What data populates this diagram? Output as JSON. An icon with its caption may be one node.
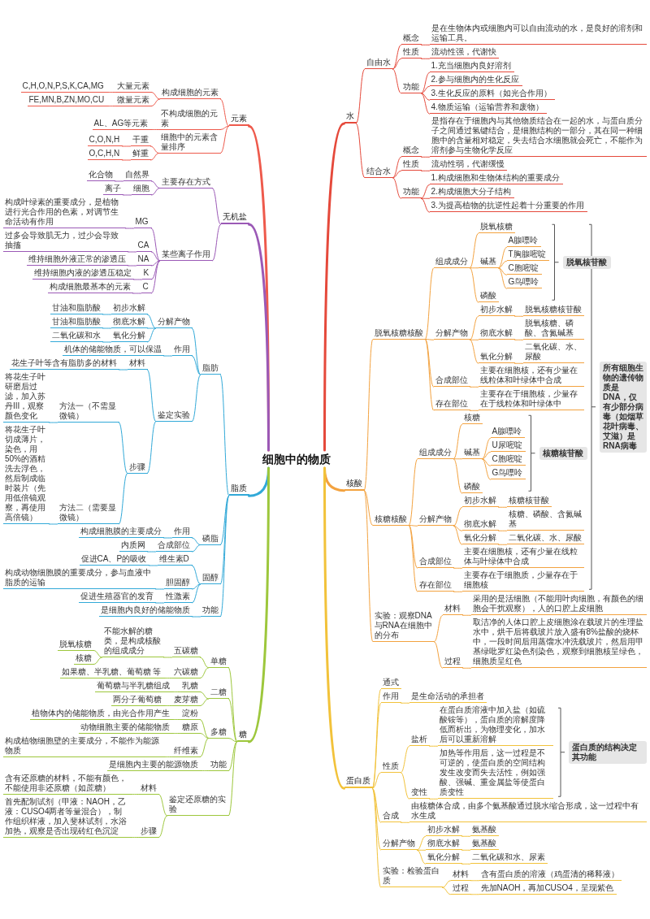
{
  "diagram": {
    "nodes": [
      {
        "text": [
          "细胞中的物质"
        ]
      },
      {
        "text": [
          "元素"
        ]
      },
      {
        "text": [
          "构成细胞的元素"
        ]
      },
      {
        "text": [
          "大量元素"
        ]
      },
      {
        "text": [
          "C,H,O,N,P,S,K,CA,MG"
        ]
      },
      {
        "text": [
          "微量元素"
        ]
      },
      {
        "text": [
          "FE,MN,B,ZN,MO,CU"
        ]
      },
      {
        "text": [
          "不构成细胞的元素"
        ]
      },
      {
        "text": [
          "AL、AG等元素"
        ]
      },
      {
        "text": [
          "细胞中的元素含量排序"
        ]
      },
      {
        "text": [
          "干重"
        ]
      },
      {
        "text": [
          "C,O,N,H"
        ]
      },
      {
        "text": [
          "鲜重"
        ]
      },
      {
        "text": [
          "O,C,H,N"
        ]
      },
      {
        "text": [
          "无机盐"
        ]
      },
      {
        "text": [
          "主要存在方式"
        ]
      },
      {
        "text": [
          "自然界"
        ]
      },
      {
        "text": [
          "化合物"
        ]
      },
      {
        "text": [
          "细胞"
        ]
      },
      {
        "text": [
          "离子"
        ]
      },
      {
        "text": [
          "某些离子作用"
        ]
      },
      {
        "text": [
          "MG"
        ]
      },
      {
        "text": [
          "构成叶绿素的重要成分，是植物进行光合作用的色素，对调节生命活动有作用"
        ]
      },
      {
        "text": [
          "CA"
        ]
      },
      {
        "text": [
          "过多会导致肌无力，过少会导致抽搐"
        ]
      },
      {
        "text": [
          "NA"
        ]
      },
      {
        "text": [
          "维持细胞外液正常的渗透压"
        ]
      },
      {
        "text": [
          "K"
        ]
      },
      {
        "text": [
          "维持细胞内液的渗透压稳定"
        ]
      },
      {
        "text": [
          "C"
        ]
      },
      {
        "text": [
          "构成细胞最基本的元素"
        ]
      },
      {
        "text": [
          "脂质"
        ]
      },
      {
        "text": [
          "脂肪"
        ]
      },
      {
        "text": [
          "分解产物"
        ]
      },
      {
        "text": [
          "初步水解"
        ]
      },
      {
        "text": [
          "甘油和脂肪酸"
        ]
      },
      {
        "text": [
          "彻底水解"
        ]
      },
      {
        "text": [
          "甘油和脂肪酸"
        ]
      },
      {
        "text": [
          "氧化分解"
        ]
      },
      {
        "text": [
          "二氧化碳和水"
        ]
      },
      {
        "text": [
          "作用"
        ]
      },
      {
        "text": [
          "机体的储能物质，可以保温"
        ]
      },
      {
        "text": [
          "鉴定实验"
        ]
      },
      {
        "text": [
          "材料"
        ]
      },
      {
        "text": [
          "花生子叶等含有脂肪多的材料"
        ]
      },
      {
        "text": [
          "步骤"
        ]
      },
      {
        "text": [
          "方法一（不需显微镜）"
        ]
      },
      {
        "text": [
          "将花生子叶研磨后过滤，加入苏丹III，观察颜色变化"
        ]
      },
      {
        "text": [
          "方法二（需要显微镜）"
        ]
      },
      {
        "text": [
          "将花生子叶切成薄片，染色，用50%的酒精洗去浮色，然后制成临时装片（先用低倍镜观察，再使用高倍镜）"
        ]
      },
      {
        "text": [
          "磷脂"
        ]
      },
      {
        "text": [
          "作用"
        ]
      },
      {
        "text": [
          "构成细胞膜的主要成分"
        ]
      },
      {
        "text": [
          "合成部位"
        ]
      },
      {
        "text": [
          "内质网"
        ]
      },
      {
        "text": [
          "固醇"
        ]
      },
      {
        "text": [
          "维生素D"
        ]
      },
      {
        "text": [
          "促进CA、P的吸收"
        ]
      },
      {
        "text": [
          "胆固醇"
        ]
      },
      {
        "text": [
          "构成动物细胞膜的重要成分，参与血液中脂质的运输"
        ]
      },
      {
        "text": [
          "性激素"
        ]
      },
      {
        "text": [
          "促进生殖器官的发育"
        ]
      },
      {
        "text": [
          "功能"
        ]
      },
      {
        "text": [
          "是细胞内良好的储能物质"
        ]
      },
      {
        "text": [
          "糖"
        ]
      },
      {
        "text": [
          "单糖"
        ]
      },
      {
        "text": [
          "五碳糖"
        ]
      },
      {
        "text": [
          "不能水解的糖类，是构成核酸的组成成分"
        ]
      },
      {
        "text": [
          "脱氧核糖"
        ]
      },
      {
        "text": [
          "核糖"
        ]
      },
      {
        "text": [
          "六碳糖"
        ]
      },
      {
        "text": [
          "如果糖、半乳糖、葡萄糖 等"
        ]
      },
      {
        "text": [
          "二糖"
        ]
      },
      {
        "text": [
          "乳糖"
        ]
      },
      {
        "text": [
          "葡萄糖与半乳糖组成"
        ]
      },
      {
        "text": [
          "麦芽糖"
        ]
      },
      {
        "text": [
          "两分子葡萄糖"
        ]
      },
      {
        "text": [
          "多糖"
        ]
      },
      {
        "text": [
          "淀粉"
        ]
      },
      {
        "text": [
          "植物体内的储能物质，由光合作用产生"
        ]
      },
      {
        "text": [
          "糖原"
        ]
      },
      {
        "text": [
          "动物细胞主要的储能物质"
        ]
      },
      {
        "text": [
          "纤维素"
        ]
      },
      {
        "text": [
          "构成植物细胞壁的主要成分，不能作为能源物质"
        ]
      },
      {
        "text": [
          "功能"
        ]
      },
      {
        "text": [
          "是细胞内主要的能源物质"
        ]
      },
      {
        "text": [
          "鉴定还原糖的实验"
        ]
      },
      {
        "text": [
          "材料"
        ]
      },
      {
        "text": [
          "含有还原糖的材料，不能有颜色，不能使用非还原糖（如蔗糖）"
        ]
      },
      {
        "text": [
          "步骤"
        ]
      },
      {
        "text": [
          "首先配制试剂（甲液：NAOH，乙液：CUSO4两者等量混合），制作组织样液，加入斐林试剂，水浴加热，观察是否出现砖红色沉淀"
        ]
      },
      {
        "text": [
          "水"
        ]
      },
      {
        "text": [
          "自由水"
        ]
      },
      {
        "text": [
          "概念"
        ]
      },
      {
        "text": [
          "是在生物体内或细胞内可以自由流动的水，是良好的溶剂和运输工具。"
        ]
      },
      {
        "text": [
          "性质"
        ]
      },
      {
        "text": [
          "流动性强，代谢快"
        ]
      },
      {
        "text": [
          "功能"
        ]
      },
      {
        "text": [
          "1.充当细胞内良好溶剂"
        ]
      },
      {
        "text": [
          "2.参与细胞内的生化反应"
        ]
      },
      {
        "text": [
          "3.生化反应的原料（如光合作用）"
        ]
      },
      {
        "text": [
          "4.物质运输（运输营养和废物）"
        ]
      },
      {
        "text": [
          "结合水"
        ]
      },
      {
        "text": [
          "概念"
        ]
      },
      {
        "text": [
          "是指存在于细胞内与其他物质结合在一起的水，与蛋白质分子之间通过氢键结合，是细胞结构的一部分，其在同一种细胞中的含量相对稳定，失去结合水细胞就会死亡，不能作为溶剂参与生物化学反应"
        ]
      },
      {
        "text": [
          "性质"
        ]
      },
      {
        "text": [
          "流动性弱，代谢缓慢"
        ]
      },
      {
        "text": [
          "功能"
        ]
      },
      {
        "text": [
          "1.构成细胞和生物体结构的重要成分"
        ]
      },
      {
        "text": [
          "2.构成细胞大分子结构"
        ]
      },
      {
        "text": [
          "3.为提高植物的抗逆性起着十分重要的作用"
        ]
      },
      {
        "text": [
          "核酸"
        ]
      },
      {
        "text": [
          "脱氧核糖核酸"
        ]
      },
      {
        "text": [
          "组成成分"
        ]
      },
      {
        "text": [
          "脱氧核糖"
        ]
      },
      {
        "text": [
          "碱基"
        ]
      },
      {
        "text": [
          "A腺嘌呤"
        ]
      },
      {
        "text": [
          "T胸腺嘧啶"
        ]
      },
      {
        "text": [
          "C胞嘧啶"
        ]
      },
      {
        "text": [
          "G鸟嘌呤"
        ]
      },
      {
        "text": [
          "磷酸"
        ]
      },
      {
        "text": [
          "脱氧核苷酸"
        ]
      },
      {
        "text": [
          "分解产物"
        ]
      },
      {
        "text": [
          "初步水解"
        ]
      },
      {
        "text": [
          "脱氧核糖核苷酸"
        ]
      },
      {
        "text": [
          "彻底水解"
        ]
      },
      {
        "text": [
          "脱氧核糖、磷酸、含氮碱基"
        ]
      },
      {
        "text": [
          "氧化分解"
        ]
      },
      {
        "text": [
          "二氧化碳、水、尿酸"
        ]
      },
      {
        "text": [
          "合成部位"
        ]
      },
      {
        "text": [
          "主要在细胞核，还有少量在线粒体和叶绿体中合成"
        ]
      },
      {
        "text": [
          "存在部位"
        ]
      },
      {
        "text": [
          "主要存在于细胞核，少量存在于线粒体和叶绿体中"
        ]
      },
      {
        "text": [
          "核糖核酸"
        ]
      },
      {
        "text": [
          "组成成分"
        ]
      },
      {
        "text": [
          "核糖"
        ]
      },
      {
        "text": [
          "碱基"
        ]
      },
      {
        "text": [
          "A腺嘌呤"
        ]
      },
      {
        "text": [
          "U尿嘧啶"
        ]
      },
      {
        "text": [
          "C胞嘧啶"
        ]
      },
      {
        "text": [
          "G鸟嘌呤"
        ]
      },
      {
        "text": [
          "磷酸"
        ]
      },
      {
        "text": [
          "核糖核苷酸"
        ]
      },
      {
        "text": [
          "分解产物"
        ]
      },
      {
        "text": [
          "初步水解"
        ]
      },
      {
        "text": [
          "核糖核苷酸"
        ]
      },
      {
        "text": [
          "彻底水解"
        ]
      },
      {
        "text": [
          "核糖、磷酸、含氮碱基"
        ]
      },
      {
        "text": [
          "氧化分解"
        ]
      },
      {
        "text": [
          "二氧化碳、水、尿酸"
        ]
      },
      {
        "text": [
          "合成部位"
        ]
      },
      {
        "text": [
          "主要在细胞核，还有少量在线粒体与叶绿体中合成"
        ]
      },
      {
        "text": [
          "存在部位"
        ]
      },
      {
        "text": [
          "主要存在于细胞质，少量存在于细胞核"
        ]
      },
      {
        "text": [
          "所有细胞生物的遗传物质是DNA，仅有少部分病毒（如烟草花叶病毒、艾滋）是RNA病毒"
        ]
      },
      {
        "text": [
          "实验：观察DNA与RNA在细胞中的分布"
        ]
      },
      {
        "text": [
          "材料"
        ]
      },
      {
        "text": [
          "采用的是活细胞（不能用叶肉细胞，有颜色的细胞会干扰观察），人的口腔上皮细胞"
        ]
      },
      {
        "text": [
          "过程"
        ]
      },
      {
        "text": [
          "取洁净的人体口腔上皮细胞涂在载玻片的生理盐水中，烘干后将载玻片放入盛有8%盐酸的烧杯中，一段时间后用蒸馏水冲洗载玻片，然后用甲基绿吡罗红染色剂染色，观察到细胞核呈绿色，细胞质呈红色"
        ]
      },
      {
        "text": [
          "蛋白质"
        ]
      },
      {
        "text": [
          "通式"
        ]
      },
      {
        "text": [
          "作用"
        ]
      },
      {
        "text": [
          "是生命活动的承担者"
        ]
      },
      {
        "text": [
          "性质"
        ]
      },
      {
        "text": [
          "盐析"
        ]
      },
      {
        "text": [
          "在蛋白质溶液中加入盐（如硫酸铵等），蛋白质的溶解度降低而析出，为物理变化，加水后可以重新溶解"
        ]
      },
      {
        "text": [
          "变性"
        ]
      },
      {
        "text": [
          "加热等作用后，这一过程是不可逆的，使蛋白质的空间结构发生改变而失去活性，例如强酸、强碱、重金属盐等使蛋白质变性"
        ]
      },
      {
        "text": [
          "蛋白质的结构决定其功能"
        ]
      },
      {
        "text": [
          "合成"
        ]
      },
      {
        "text": [
          "由核糖体合成，由多个氨基酸通过脱水缩合形成，这一过程中有水生成"
        ]
      },
      {
        "text": [
          "分解产物"
        ]
      },
      {
        "text": [
          "初步水解"
        ]
      },
      {
        "text": [
          "氨基酸"
        ]
      },
      {
        "text": [
          "彻底水解"
        ]
      },
      {
        "text": [
          "氨基酸"
        ]
      },
      {
        "text": [
          "氧化分解"
        ]
      },
      {
        "text": [
          "二氧化碳和水、尿素"
        ]
      },
      {
        "text": [
          "实验：检验蛋白质"
        ]
      },
      {
        "text": [
          "材料"
        ]
      },
      {
        "text": [
          "含有蛋白质的溶液（鸡蛋清的稀释液）"
        ]
      },
      {
        "text": [
          "过程"
        ]
      },
      {
        "text": [
          "先加NAOH，再加CUSO4，呈现紫色"
        ]
      }
    ],
    "edges": [
      {
        "from": 0,
        "to": 1,
        "arrow": "none",
        "style": "thick",
        "color": "#ee5a4c"
      },
      {
        "from": 1,
        "to": 2,
        "arrow": "none",
        "color": "#ee5a4c"
      },
      {
        "from": 2,
        "to": 3,
        "arrow": "none",
        "color": "#ee5a4c"
      },
      {
        "from": 3,
        "to": 4,
        "arrow": "none",
        "color": "#ee5a4c"
      },
      {
        "from": 2,
        "to": 5,
        "arrow": "none",
        "color": "#ee5a4c"
      },
      {
        "from": 5,
        "to": 6,
        "arrow": "none",
        "color": "#ee5a4c"
      },
      {
        "from": 1,
        "to": 7,
        "arrow": "none",
        "color": "#ee5a4c"
      },
      {
        "from": 7,
        "to": 8,
        "arrow": "none",
        "color": "#ee5a4c"
      },
      {
        "from": 1,
        "to": 9,
        "arrow": "none",
        "color": "#ee5a4c"
      },
      {
        "from": 9,
        "to": 10,
        "arrow": "none",
        "color": "#ee5a4c"
      },
      {
        "from": 10,
        "to": 11,
        "arrow": "none",
        "color": "#ee5a4c"
      },
      {
        "from": 9,
        "to": 12,
        "arrow": "none",
        "color": "#ee5a4c"
      },
      {
        "from": 12,
        "to": 13,
        "arrow": "none",
        "color": "#ee5a4c"
      },
      {
        "from": 0,
        "to": 14,
        "arrow": "none",
        "style": "thick",
        "color": "#9b59b6"
      },
      {
        "from": 14,
        "to": 15,
        "arrow": "none",
        "color": "#9b59b6"
      },
      {
        "from": 15,
        "to": 16,
        "arrow": "none",
        "color": "#9b59b6"
      },
      {
        "from": 16,
        "to": 17,
        "arrow": "none",
        "color": "#9b59b6"
      },
      {
        "from": 15,
        "to": 18,
        "arrow": "none",
        "color": "#9b59b6"
      },
      {
        "from": 18,
        "to": 19,
        "arrow": "none",
        "color": "#9b59b6"
      },
      {
        "from": 14,
        "to": 20,
        "arrow": "none",
        "color": "#9b59b6"
      },
      {
        "from": 20,
        "to": 21,
        "arrow": "none",
        "color": "#9b59b6"
      },
      {
        "from": 21,
        "to": 22,
        "arrow": "none",
        "color": "#9b59b6"
      },
      {
        "from": 20,
        "to": 23,
        "arrow": "none",
        "color": "#9b59b6"
      },
      {
        "from": 23,
        "to": 24,
        "arrow": "none",
        "color": "#9b59b6"
      },
      {
        "from": 20,
        "to": 25,
        "arrow": "none",
        "color": "#9b59b6"
      },
      {
        "from": 25,
        "to": 26,
        "arrow": "none",
        "color": "#9b59b6"
      },
      {
        "from": 20,
        "to": 27,
        "arrow": "none",
        "color": "#9b59b6"
      },
      {
        "from": 27,
        "to": 28,
        "arrow": "none",
        "color": "#9b59b6"
      },
      {
        "from": 20,
        "to": 29,
        "arrow": "none",
        "color": "#9b59b6"
      },
      {
        "from": 29,
        "to": 30,
        "arrow": "none",
        "color": "#9b59b6"
      },
      {
        "from": 0,
        "to": 31,
        "arrow": "none",
        "style": "thick",
        "color": "#32a9d8"
      },
      {
        "from": 31,
        "to": 32,
        "arrow": "none",
        "color": "#32a9d8"
      },
      {
        "from": 32,
        "to": 33,
        "arrow": "none",
        "color": "#32a9d8"
      },
      {
        "from": 33,
        "to": 34,
        "arrow": "none",
        "color": "#32a9d8"
      },
      {
        "from": 34,
        "to": 35,
        "arrow": "none",
        "color": "#32a9d8"
      },
      {
        "from": 33,
        "to": 36,
        "arrow": "none",
        "color": "#32a9d8"
      },
      {
        "from": 36,
        "to": 37,
        "arrow": "none",
        "color": "#32a9d8"
      },
      {
        "from": 33,
        "to": 38,
        "arrow": "none",
        "color": "#32a9d8"
      },
      {
        "from": 38,
        "to": 39,
        "arrow": "none",
        "color": "#32a9d8"
      },
      {
        "from": 32,
        "to": 40,
        "arrow": "none",
        "color": "#32a9d8"
      },
      {
        "from": 40,
        "to": 41,
        "arrow": "none",
        "color": "#32a9d8"
      },
      {
        "from": 32,
        "to": 42,
        "arrow": "none",
        "color": "#32a9d8"
      },
      {
        "from": 42,
        "to": 43,
        "arrow": "none",
        "color": "#32a9d8"
      },
      {
        "from": 43,
        "to": 44,
        "arrow": "none",
        "color": "#32a9d8"
      },
      {
        "from": 42,
        "to": 45,
        "arrow": "none",
        "color": "#32a9d8"
      },
      {
        "from": 45,
        "to": 46,
        "arrow": "none",
        "color": "#32a9d8"
      },
      {
        "from": 46,
        "to": 47,
        "arrow": "none",
        "color": "#32a9d8"
      },
      {
        "from": 45,
        "to": 48,
        "arrow": "none",
        "color": "#32a9d8"
      },
      {
        "from": 48,
        "to": 49,
        "arrow": "none",
        "color": "#32a9d8"
      },
      {
        "from": 31,
        "to": 50,
        "arrow": "none",
        "color": "#32a9d8"
      },
      {
        "from": 50,
        "to": 51,
        "arrow": "none",
        "color": "#32a9d8"
      },
      {
        "from": 51,
        "to": 52,
        "arrow": "none",
        "color": "#32a9d8"
      },
      {
        "from": 50,
        "to": 53,
        "arrow": "none",
        "color": "#32a9d8"
      },
      {
        "from": 53,
        "to": 54,
        "arrow": "none",
        "color": "#32a9d8"
      },
      {
        "from": 31,
        "to": 55,
        "arrow": "none",
        "color": "#32a9d8"
      },
      {
        "from": 55,
        "to": 56,
        "arrow": "none",
        "color": "#32a9d8"
      },
      {
        "from": 56,
        "to": 57,
        "arrow": "none",
        "color": "#32a9d8"
      },
      {
        "from": 55,
        "to": 58,
        "arrow": "none",
        "color": "#32a9d8"
      },
      {
        "from": 58,
        "to": 59,
        "arrow": "none",
        "color": "#32a9d8"
      },
      {
        "from": 55,
        "to": 60,
        "arrow": "none",
        "color": "#32a9d8"
      },
      {
        "from": 60,
        "to": 61,
        "arrow": "none",
        "color": "#32a9d8"
      },
      {
        "from": 31,
        "to": 62,
        "arrow": "none",
        "color": "#32a9d8"
      },
      {
        "from": 62,
        "to": 63,
        "arrow": "none",
        "color": "#32a9d8"
      },
      {
        "from": 0,
        "to": 64,
        "arrow": "none",
        "style": "thick",
        "color": "#9dc73c"
      },
      {
        "from": 64,
        "to": 65,
        "arrow": "none",
        "color": "#9dc73c"
      },
      {
        "from": 65,
        "to": 66,
        "arrow": "none",
        "color": "#9dc73c"
      },
      {
        "from": 66,
        "to": 67,
        "arrow": "none",
        "color": "#9dc73c"
      },
      {
        "from": 67,
        "to": 68,
        "arrow": "none",
        "color": "#9dc73c"
      },
      {
        "from": 67,
        "to": 69,
        "arrow": "none",
        "color": "#9dc73c"
      },
      {
        "from": 65,
        "to": 70,
        "arrow": "none",
        "color": "#9dc73c"
      },
      {
        "from": 70,
        "to": 71,
        "arrow": "none",
        "color": "#9dc73c"
      },
      {
        "from": 64,
        "to": 72,
        "arrow": "none",
        "color": "#9dc73c"
      },
      {
        "from": 72,
        "to": 73,
        "arrow": "none",
        "color": "#9dc73c"
      },
      {
        "from": 73,
        "to": 74,
        "arrow": "none",
        "color": "#9dc73c"
      },
      {
        "from": 72,
        "to": 75,
        "arrow": "none",
        "color": "#9dc73c"
      },
      {
        "from": 75,
        "to": 76,
        "arrow": "none",
        "color": "#9dc73c"
      },
      {
        "from": 64,
        "to": 77,
        "arrow": "none",
        "color": "#9dc73c"
      },
      {
        "from": 77,
        "to": 78,
        "arrow": "none",
        "color": "#9dc73c"
      },
      {
        "from": 78,
        "to": 79,
        "arrow": "none",
        "color": "#9dc73c"
      },
      {
        "from": 77,
        "to": 80,
        "arrow": "none",
        "color": "#9dc73c"
      },
      {
        "from": 80,
        "to": 81,
        "arrow": "none",
        "color": "#9dc73c"
      },
      {
        "from": 77,
        "to": 82,
        "arrow": "none",
        "color": "#9dc73c"
      },
      {
        "from": 82,
        "to": 83,
        "arrow": "none",
        "color": "#9dc73c"
      },
      {
        "from": 64,
        "to": 84,
        "arrow": "none",
        "color": "#9dc73c"
      },
      {
        "from": 84,
        "to": 85,
        "arrow": "none",
        "color": "#9dc73c"
      },
      {
        "from": 64,
        "to": 86,
        "arrow": "none",
        "color": "#9dc73c"
      },
      {
        "from": 86,
        "to": 87,
        "arrow": "none",
        "color": "#9dc73c"
      },
      {
        "from": 87,
        "to": 88,
        "arrow": "none",
        "color": "#9dc73c"
      },
      {
        "from": 86,
        "to": 89,
        "arrow": "none",
        "color": "#9dc73c"
      },
      {
        "from": 89,
        "to": 90,
        "arrow": "none",
        "color": "#9dc73c"
      },
      {
        "from": 0,
        "to": 91,
        "arrow": "none",
        "style": "thick",
        "color": "#e5493b"
      },
      {
        "from": 91,
        "to": 92,
        "arrow": "none",
        "color": "#e5493b"
      },
      {
        "from": 92,
        "to": 93,
        "arrow": "none",
        "color": "#e5493b"
      },
      {
        "from": 93,
        "to": 94,
        "arrow": "none",
        "color": "#e5493b"
      },
      {
        "from": 92,
        "to": 95,
        "arrow": "none",
        "color": "#e5493b"
      },
      {
        "from": 95,
        "to": 96,
        "arrow": "none",
        "color": "#e5493b"
      },
      {
        "from": 92,
        "to": 97,
        "arrow": "none",
        "color": "#e5493b"
      },
      {
        "from": 97,
        "to": 98,
        "arrow": "none",
        "color": "#e5493b"
      },
      {
        "from": 97,
        "to": 99,
        "arrow": "none",
        "color": "#e5493b"
      },
      {
        "from": 97,
        "to": 100,
        "arrow": "none",
        "color": "#e5493b"
      },
      {
        "from": 97,
        "to": 101,
        "arrow": "none",
        "color": "#e5493b"
      },
      {
        "from": 91,
        "to": 102,
        "arrow": "none",
        "color": "#e5493b"
      },
      {
        "from": 102,
        "to": 103,
        "arrow": "none",
        "color": "#e5493b"
      },
      {
        "from": 103,
        "to": 104,
        "arrow": "none",
        "color": "#e5493b"
      },
      {
        "from": 102,
        "to": 105,
        "arrow": "none",
        "color": "#e5493b"
      },
      {
        "from": 105,
        "to": 106,
        "arrow": "none",
        "color": "#e5493b"
      },
      {
        "from": 102,
        "to": 107,
        "arrow": "none",
        "color": "#e5493b"
      },
      {
        "from": 107,
        "to": 108,
        "arrow": "none",
        "color": "#e5493b"
      },
      {
        "from": 107,
        "to": 109,
        "arrow": "none",
        "color": "#e5493b"
      },
      {
        "from": 107,
        "to": 110,
        "arrow": "none",
        "color": "#e5493b"
      },
      {
        "from": 0,
        "to": 111,
        "arrow": "none",
        "style": "thick"
      },
      {
        "from": 111,
        "to": 112,
        "arrow": "none"
      },
      {
        "from": 112,
        "to": 113,
        "arrow": "none"
      },
      {
        "from": 113,
        "to": 114,
        "arrow": "none"
      },
      {
        "from": 113,
        "to": 115,
        "arrow": "none"
      },
      {
        "from": 115,
        "to": 116,
        "arrow": "none"
      },
      {
        "from": 115,
        "to": 117,
        "arrow": "none"
      },
      {
        "from": 115,
        "to": 118,
        "arrow": "none"
      },
      {
        "from": 115,
        "to": 119,
        "arrow": "none"
      },
      {
        "from": 113,
        "to": 120,
        "arrow": "none"
      },
      {
        "from": 112,
        "to": 122,
        "arrow": "none"
      },
      {
        "from": 122,
        "to": 123,
        "arrow": "none"
      },
      {
        "from": 123,
        "to": 124,
        "arrow": "none"
      },
      {
        "from": 122,
        "to": 125,
        "arrow": "none"
      },
      {
        "from": 125,
        "to": 126,
        "arrow": "none"
      },
      {
        "from": 122,
        "to": 127,
        "arrow": "none"
      },
      {
        "from": 127,
        "to": 128,
        "arrow": "none"
      },
      {
        "from": 112,
        "to": 129,
        "arrow": "none"
      },
      {
        "from": 129,
        "to": 130,
        "arrow": "none"
      },
      {
        "from": 112,
        "to": 131,
        "arrow": "none"
      },
      {
        "from": 131,
        "to": 132,
        "arrow": "none"
      },
      {
        "from": 111,
        "to": 133,
        "arrow": "none"
      },
      {
        "from": 133,
        "to": 134,
        "arrow": "none"
      },
      {
        "from": 134,
        "to": 135,
        "arrow": "none"
      },
      {
        "from": 134,
        "to": 136,
        "arrow": "none"
      },
      {
        "from": 136,
        "to": 137,
        "arrow": "none"
      },
      {
        "from": 136,
        "to": 138,
        "arrow": "none"
      },
      {
        "from": 136,
        "to": 139,
        "arrow": "none"
      },
      {
        "from": 136,
        "to": 140,
        "arrow": "none"
      },
      {
        "from": 134,
        "to": 141,
        "arrow": "none"
      },
      {
        "from": 133,
        "to": 143,
        "arrow": "none"
      },
      {
        "from": 143,
        "to": 144,
        "arrow": "none"
      },
      {
        "from": 144,
        "to": 145,
        "arrow": "none"
      },
      {
        "from": 143,
        "to": 146,
        "arrow": "none"
      },
      {
        "from": 146,
        "to": 147,
        "arrow": "none"
      },
      {
        "from": 143,
        "to": 148,
        "arrow": "none"
      },
      {
        "from": 148,
        "to": 149,
        "arrow": "none"
      },
      {
        "from": 133,
        "to": 150,
        "arrow": "none"
      },
      {
        "from": 150,
        "to": 151,
        "arrow": "none"
      },
      {
        "from": 133,
        "to": 152,
        "arrow": "none"
      },
      {
        "from": 152,
        "to": 153,
        "arrow": "none"
      },
      {
        "from": 111,
        "to": 155,
        "arrow": "none"
      },
      {
        "from": 155,
        "to": 156,
        "arrow": "none"
      },
      {
        "from": 156,
        "to": 157,
        "arrow": "none"
      },
      {
        "from": 155,
        "to": 158,
        "arrow": "none"
      },
      {
        "from": 158,
        "to": 159,
        "arrow": "none"
      },
      {
        "from": 0,
        "to": 160,
        "arrow": "none",
        "style": "thick",
        "color": "#f2c23a"
      },
      {
        "from": 160,
        "to": 161,
        "arrow": "none",
        "color": "#f2c23a"
      },
      {
        "from": 160,
        "to": 162,
        "arrow": "none",
        "color": "#f2c23a"
      },
      {
        "from": 162,
        "to": 163,
        "arrow": "none",
        "color": "#f2c23a"
      },
      {
        "from": 160,
        "to": 164,
        "arrow": "none",
        "color": "#f2c23a"
      },
      {
        "from": 164,
        "to": 165,
        "arrow": "none",
        "color": "#f2c23a"
      },
      {
        "from": 165,
        "to": 166,
        "arrow": "none",
        "color": "#f2c23a"
      },
      {
        "from": 164,
        "to": 167,
        "arrow": "none",
        "color": "#f2c23a"
      },
      {
        "from": 167,
        "to": 168,
        "arrow": "none",
        "color": "#f2c23a"
      },
      {
        "from": 160,
        "to": 170,
        "arrow": "none",
        "color": "#f2c23a"
      },
      {
        "from": 170,
        "to": 171,
        "arrow": "none",
        "color": "#f2c23a"
      },
      {
        "from": 160,
        "to": 172,
        "arrow": "none",
        "color": "#f2c23a"
      },
      {
        "from": 172,
        "to": 173,
        "arrow": "none",
        "color": "#f2c23a"
      },
      {
        "from": 173,
        "to": 174,
        "arrow": "none",
        "color": "#f2c23a"
      },
      {
        "from": 172,
        "to": 175,
        "arrow": "none",
        "color": "#f2c23a"
      },
      {
        "from": 175,
        "to": 176,
        "arrow": "none",
        "color": "#f2c23a"
      },
      {
        "from": 172,
        "to": 177,
        "arrow": "none",
        "color": "#f2c23a"
      },
      {
        "from": 177,
        "to": 178,
        "arrow": "none",
        "color": "#f2c23a"
      },
      {
        "from": 160,
        "to": 179,
        "arrow": "none",
        "color": "#f2c23a"
      },
      {
        "from": 179,
        "to": 180,
        "arrow": "none",
        "color": "#f2c23a"
      },
      {
        "from": 180,
        "to": 181,
        "arrow": "none",
        "color": "#f2c23a"
      },
      {
        "from": 179,
        "to": 182,
        "arrow": "none",
        "color": "#f2c23a"
      },
      {
        "from": 182,
        "to": 183,
        "arrow": "none",
        "color": "#f2c23a"
      }
    ]
  }
}
